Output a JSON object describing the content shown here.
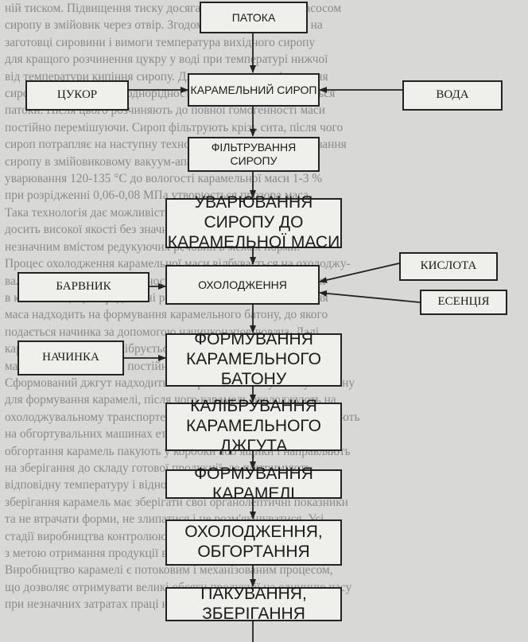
{
  "main_steps": [
    "ПАТОКА",
    "КАРАМЕЛЬНИЙ СИРОП",
    "ФІЛЬТРУВАННЯ СИРОПУ",
    "УВАРЮВАННЯ СИРОПУ ДО КАРАМЕЛЬНОЇ МАСИ",
    "ОХОЛОДЖЕННЯ",
    "ФОРМУВАННЯ КАРАМЕЛЬНОГО БАТОНУ",
    "КАЛІБРУВАННЯ КАРАМЕЛЬНОГО ДЖГУТА",
    "ФОРМУВАННЯ КАРАМЕЛІ",
    "ОХОЛОДЖЕННЯ, ОБГОРТАННЯ",
    "ПАКУВАННЯ, ЗБЕРІГАННЯ"
  ],
  "side_inputs": {
    "sugar": "ЦУКОР",
    "water": "ВОДА",
    "acid": "КИСЛОТА",
    "essence": "ЕСЕНЦІЯ",
    "dye": "БАРВНИК",
    "filling": "НАЧИНКА"
  },
  "background_text": [
    "ній тиском. Підвищення тиску досягається нагнітанням насосом",
    "сиропу в змійовик через отвір. Згодом сиропу стає більше на",
    "заготовці сировини і вимоги температура вихідного сиропу",
    "для кращого розчинення цукру у воді при температурі нижчої",
    "від температури кипіння сиропу. Для кращого перемішування",
    "сировини і досягнення однорідності розчину, сиропу додається",
    "патоки. Після цього розчиняють до повної гомогенності маси",
    "постійно перемішуючи. Сироп фільтрують крізь сита, після чого",
    "сироп потрапляє на наступну технологічну операцію уварювання",
    "сиропу в змійовиковому вакуум-апараті при температурі",
    "уварювання 120-135 °С до вологості карамельної маси 1-3 %",
    "при розрідженні 0,06-0,08 МПа утворюється прозора маса.",
    "Така технологія дає можливість отримати карамельну масу",
    "досить високої якості без значних втрат сахарози та з",
    "незначним вмістом редукуючих речовин в межах норми.",
    "Процес охолодження карамельної маси відбувається на охолоджу-",
    "вальній машині, де до неї вносять кислоту, есенцію і барвник",
    "в кількостях, що передбачені рецептурою. Після охолодження",
    "маса надходить на формування карамельного батону, до якого",
    "подається начинка за допомогою начинконаповнювача. Далі",
    "карамельний батон калібрується на джгутовитягувальній",
    "машині, що забезпечує постійну товщину карамельного джгута.",
    "Сформований джгут надходить на карамелештампувальну машину",
    "для формування карамелі, після чого карамель охолоджують на",
    "охолоджувальному транспортері. Охолоджену карамель обгортають",
    "на обгортувальних машинах етикеткою та підверткою. Після",
    "обгортання карамель пакують у коробки або ящики і направляють",
    "на зберігання до складу готової продукції, де підтримують",
    "відповідну температуру і відносну вологість повітря. Під час",
    "зберігання карамель має зберігати свої органолептичні показники",
    "та не втрачати форми, не злипатися і не розм'якшуватися. Усі",
    "стадії виробництва контролюються лабораторією підприємства",
    "з метою отримання продукції високої якості згідно стандарту.",
    "Виробництво карамелі є потоковим і механізованим процесом,",
    "що дозволяє отримувати великі обсяги продукції на одиницю часу",
    "при незначних затратах праці на всіх етапах виробництва."
  ]
}
